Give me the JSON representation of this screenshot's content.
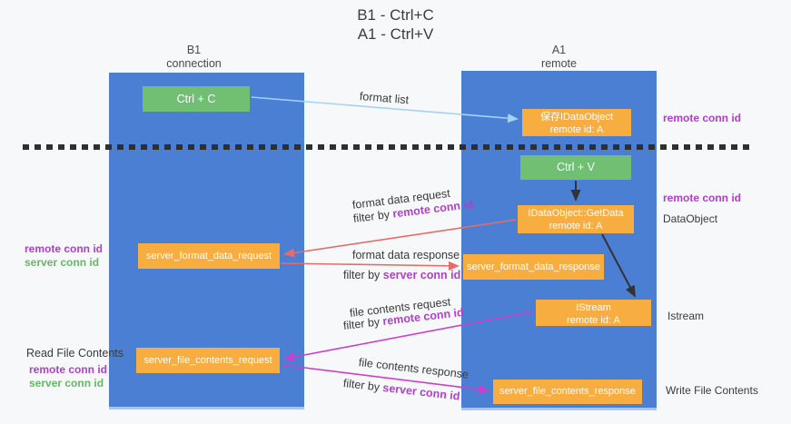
{
  "title": {
    "line1": "B1 - Ctrl+C",
    "line2": "A1 - Ctrl+V"
  },
  "columns": {
    "left": {
      "name": "B1",
      "sub": "connection"
    },
    "right": {
      "name": "A1",
      "sub": "remote"
    }
  },
  "boxes": {
    "ctrl_c": "Ctrl + C",
    "ctrl_v": "Ctrl + V",
    "save_idataobject": {
      "line1": "保存IDataObject",
      "line2": "remote id: A"
    },
    "getdata": {
      "line1": "IDataObject::GetData",
      "line2": "remote id: A"
    },
    "istream": {
      "line1": "IStream",
      "line2": "remote id: A"
    },
    "server_format_data_request": "server_format_data_request",
    "server_format_data_response": "server_format_data_response",
    "server_file_contents_request": "server_file_contents_request",
    "server_file_contents_response": "server_file_contents_response"
  },
  "arrow_labels": {
    "format_list": "format list",
    "format_data_request": "format data request",
    "filter_remote_1": {
      "prefix": "filter by ",
      "id": "remote conn id"
    },
    "format_data_response": "format data response",
    "filter_server_1": {
      "prefix": "filter by ",
      "id": "server conn id"
    },
    "file_contents_request": "file contents request",
    "filter_remote_2": {
      "prefix": "filter by ",
      "id": "remote conn id"
    },
    "file_contents_response": "file contents response",
    "filter_server_2": {
      "prefix": "filter by ",
      "id": "server conn id"
    }
  },
  "annotations": {
    "right_remote_conn_1": "remote conn id",
    "right_remote_conn_2": "remote conn id",
    "dataobject": "DataObject",
    "istream": "Istream",
    "write_file_contents": "Write File Contents",
    "left_remote_conn_1": "remote conn id",
    "left_server_conn_1": "server conn id",
    "read_file_contents": "Read File Contents",
    "left_remote_conn_2": "remote conn id",
    "left_server_conn_2": "server conn id"
  },
  "colors": {
    "lifeline_blue": "#4a7fd4",
    "green_box": "#70bf73",
    "orange_box": "#f8ad41",
    "purple_id_text": "#b040c8",
    "green_id_text": "#63b963",
    "red_arrow": "#e66c6c",
    "magenta_arrow": "#cb3fcb",
    "light_blue_arrow": "#a5d3f3",
    "black_arrow": "#333333"
  }
}
